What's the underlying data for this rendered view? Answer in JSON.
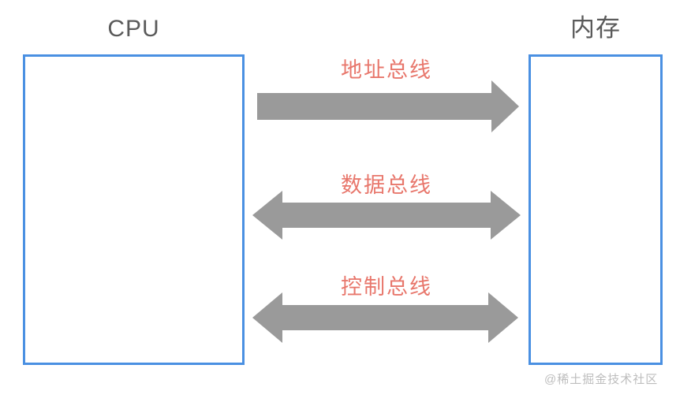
{
  "diagram": {
    "title_cpu": "CPU",
    "title_memory": "内存",
    "units": [
      {
        "id": "cpu",
        "label": "CPU",
        "border_color": "#4a90e2"
      },
      {
        "id": "memory",
        "label": "内存",
        "border_color": "#4a90e2"
      }
    ],
    "buses": [
      {
        "id": "address-bus",
        "label": "地址总线",
        "direction": "right",
        "color": "#9a9a9a",
        "label_color": "#e8776c"
      },
      {
        "id": "data-bus",
        "label": "数据总线",
        "direction": "both",
        "color": "#9a9a9a",
        "label_color": "#e8776c"
      },
      {
        "id": "control-bus",
        "label": "控制总线",
        "direction": "both",
        "color": "#9a9a9a",
        "label_color": "#e8776c"
      }
    ],
    "watermark": "@稀土掘金技术社区",
    "colors": {
      "background": "#ffffff",
      "box_border": "#4a90e2",
      "title_text": "#5a5a5a",
      "arrow_gray": "#9a9a9a",
      "bus_label_red": "#e8776c",
      "watermark_gray": "#bdbdbd"
    }
  }
}
